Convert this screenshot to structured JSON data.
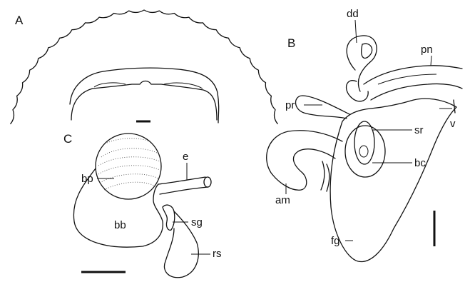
{
  "panels": {
    "a": "A",
    "b": "B",
    "c": "C"
  },
  "labels": {
    "dd": "dd",
    "pn": "pn",
    "pr": "pr",
    "v": "v",
    "sr": "sr",
    "bc": "bc",
    "am": "am",
    "fg": "fg",
    "e": "e",
    "bp": "bp",
    "bb": "bb",
    "sg": "sg",
    "rs": "rs"
  },
  "colors": {
    "ink": "#111111",
    "stipple": "#555555",
    "background": "#ffffff"
  }
}
